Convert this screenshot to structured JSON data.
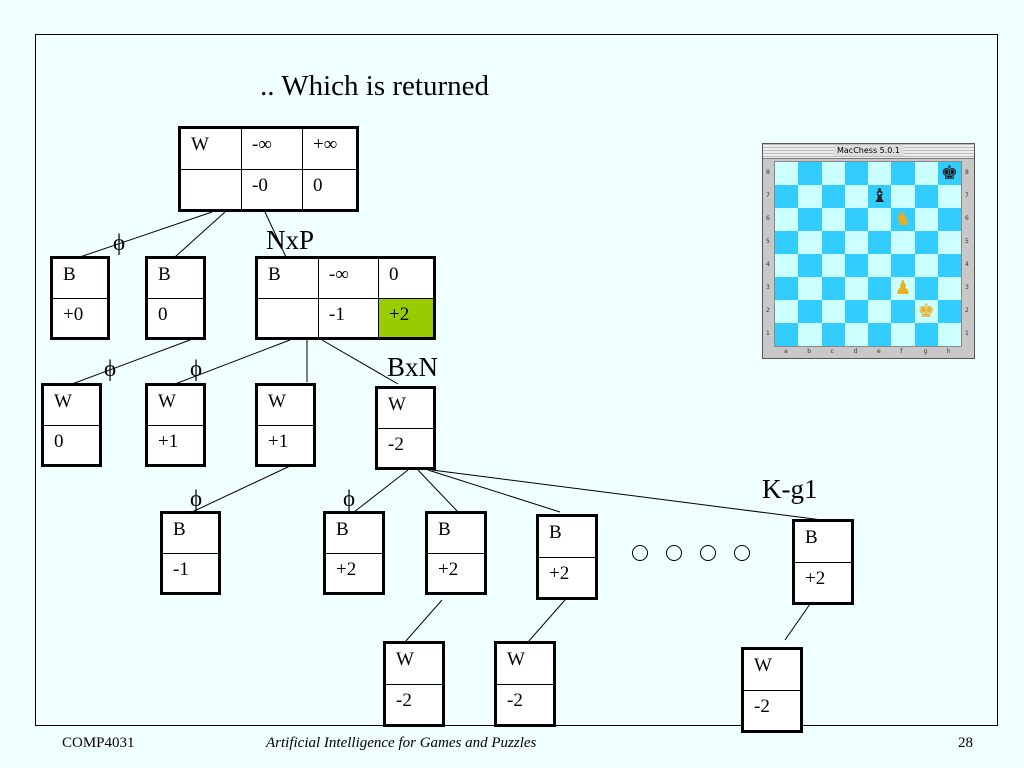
{
  "title": ".. Which is returned",
  "nodes": {
    "root": {
      "side": "W",
      "alpha": "-∞",
      "beta": "+∞",
      "r2c1": "",
      "r2c2": "-0",
      "r2c3": "0"
    },
    "b1": {
      "side": "B",
      "value": "+0"
    },
    "b2": {
      "side": "B",
      "value": "0"
    },
    "b3": {
      "side": "B",
      "alpha": "-∞",
      "beta": "0",
      "r2c1": "",
      "r2c2": "-1",
      "r2c3": "+2"
    },
    "w1": {
      "side": "W",
      "value": "0"
    },
    "w2": {
      "side": "W",
      "value": "+1"
    },
    "w3": {
      "side": "W",
      "value": "+1"
    },
    "w4": {
      "side": "W",
      "value": "-2"
    },
    "bb1": {
      "side": "B",
      "value": "-1"
    },
    "bb2": {
      "side": "B",
      "value": "+2"
    },
    "bb3": {
      "side": "B",
      "value": "+2"
    },
    "bb4": {
      "side": "B",
      "value": "+2"
    },
    "bb5": {
      "side": "B",
      "value": "+2"
    },
    "ww1": {
      "side": "W",
      "value": "-2"
    },
    "ww2": {
      "side": "W",
      "value": "-2"
    },
    "ww3": {
      "side": "W",
      "value": "-2"
    }
  },
  "move_labels": {
    "nxp": "NxP",
    "bxn": "BxN",
    "kg1": "K-g1"
  },
  "cutoff_symbol": "ϕ",
  "chess_window": {
    "title": "MacChess 5.0.1",
    "files": [
      "a",
      "b",
      "c",
      "d",
      "e",
      "f",
      "g",
      "h"
    ],
    "ranks": [
      "8",
      "7",
      "6",
      "5",
      "4",
      "3",
      "2",
      "1"
    ],
    "pieces": [
      {
        "square": "h8",
        "glyph": "♚",
        "color": "dark",
        "name": "black-king"
      },
      {
        "square": "e7",
        "glyph": "♝",
        "color": "dark",
        "name": "black-bishop"
      },
      {
        "square": "f6",
        "glyph": "♞",
        "color": "gold",
        "name": "white-knight"
      },
      {
        "square": "f3",
        "glyph": "♟",
        "color": "gold",
        "name": "white-pawn"
      },
      {
        "square": "g2",
        "glyph": "♚",
        "color": "gold",
        "name": "white-king"
      }
    ],
    "colors": {
      "light": "#ccffff",
      "dark": "#33ccff"
    }
  },
  "colors": {
    "background": "#f0ffff",
    "highlight": "#99cc00"
  },
  "footer": {
    "course": "COMP4031",
    "subtitle": "Artificial Intelligence for Games and Puzzles",
    "page": "28"
  }
}
